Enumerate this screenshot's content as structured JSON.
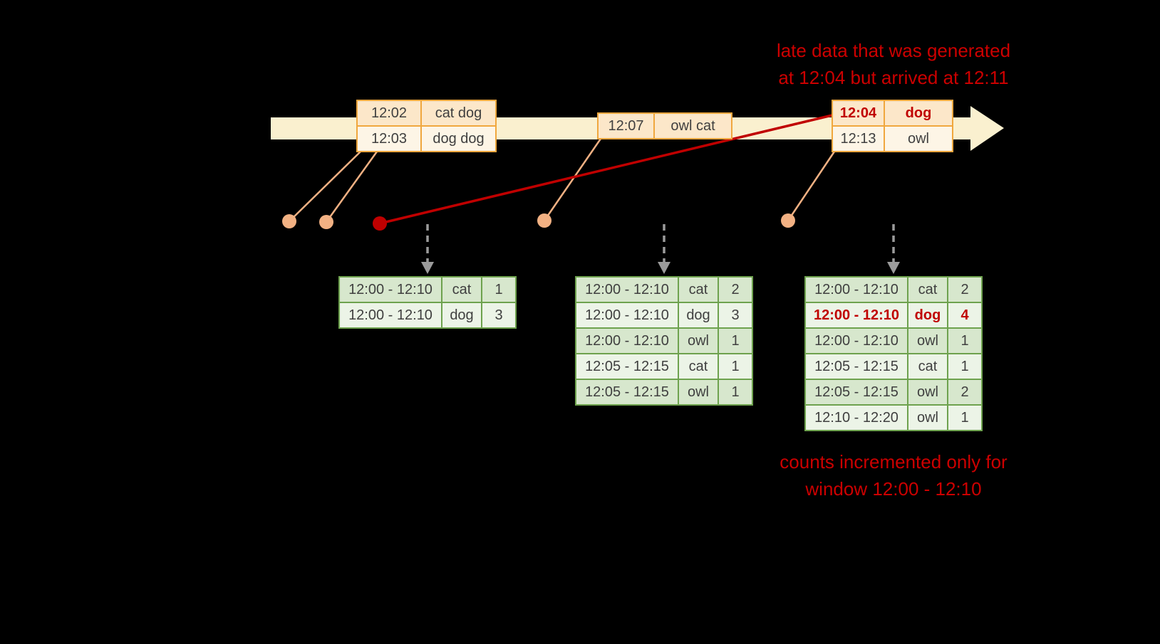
{
  "annotations": {
    "late_data_line1": "late data that was generated",
    "late_data_line2": "at 12:04 but arrived at 12:11",
    "counts_line1": "counts incremented only for",
    "counts_line2": "window 12:00 - 12:10"
  },
  "events": {
    "group1": {
      "r1_time": "12:02",
      "r1_words": "cat dog",
      "r2_time": "12:03",
      "r2_words": "dog dog"
    },
    "group2": {
      "r1_time": "12:07",
      "r1_words": "owl cat"
    },
    "group3": {
      "r1_time": "12:04",
      "r1_words": "dog",
      "r2_time": "12:13",
      "r2_words": "owl"
    }
  },
  "result_tables": {
    "t1": {
      "rows": [
        [
          "12:00 - 12:10",
          "cat",
          "1"
        ],
        [
          "12:00 - 12:10",
          "dog",
          "3"
        ]
      ]
    },
    "t2": {
      "rows": [
        [
          "12:00 - 12:10",
          "cat",
          "2"
        ],
        [
          "12:00 - 12:10",
          "dog",
          "3"
        ],
        [
          "12:00 - 12:10",
          "owl",
          "1"
        ],
        [
          "12:05 - 12:15",
          "cat",
          "1"
        ],
        [
          "12:05 - 12:15",
          "owl",
          "1"
        ]
      ]
    },
    "t3": {
      "rows": [
        [
          "12:00 - 12:10",
          "cat",
          "2"
        ],
        [
          "12:00 - 12:10",
          "dog",
          "4"
        ],
        [
          "12:00 - 12:10",
          "owl",
          "1"
        ],
        [
          "12:05 - 12:15",
          "cat",
          "1"
        ],
        [
          "12:05 - 12:15",
          "owl",
          "2"
        ],
        [
          "12:10 - 12:20",
          "owl",
          "1"
        ]
      ]
    }
  },
  "icons": {
    "timeline_arrow": "right-arrow",
    "trigger_arrow": "dashed-down-arrow",
    "event_dot": "circle-dot"
  },
  "colors": {
    "background": "#000000",
    "timeline_arrow": "#faf0cf",
    "event_border": "#f0a73e",
    "event_fill_highlight": "#fce7c9",
    "event_fill_normal": "#fdf5e6",
    "result_border": "#6ea24e",
    "result_fill_dark": "#d7e7cd",
    "result_fill_light": "#ecf4e7",
    "late_red": "#c00000",
    "annotation_red": "#cc0000",
    "dot_salmon": "#f2b183",
    "trigger_arrow_gray": "#9b9b9b"
  }
}
